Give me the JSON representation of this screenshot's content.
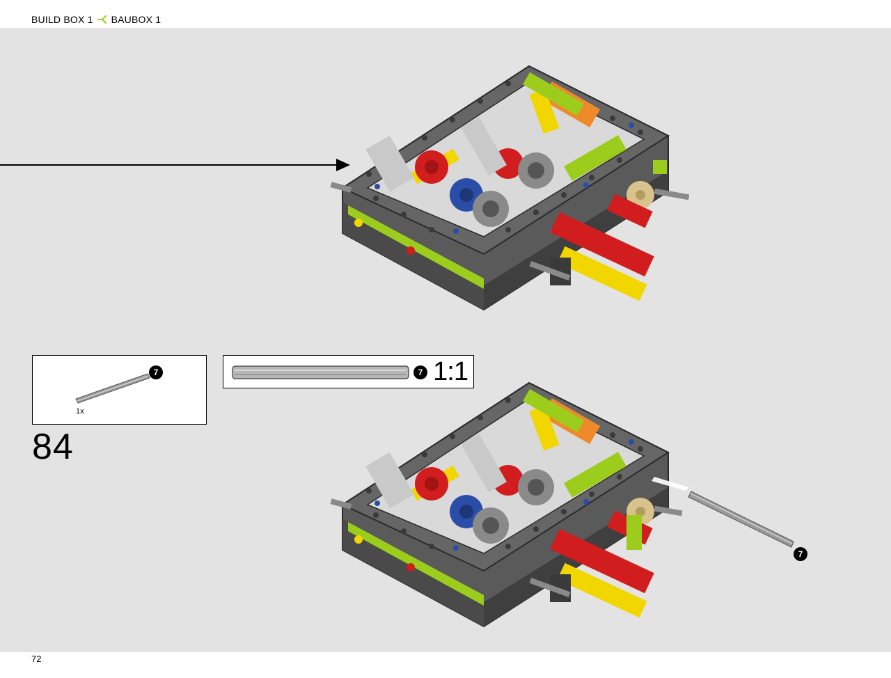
{
  "header": {
    "crumb_1": "BUILD BOX 1",
    "crumb_2": "BAUBOX 1",
    "accent_color": "#9ccd1c"
  },
  "step": {
    "number": "84",
    "parts": [
      {
        "id_badge": "7",
        "quantity": "1x",
        "name": "axle-icon"
      }
    ],
    "scale_label": "1:1",
    "scale_badge": "7",
    "insert_badge": "7"
  },
  "footer": {
    "page_number": "72"
  }
}
